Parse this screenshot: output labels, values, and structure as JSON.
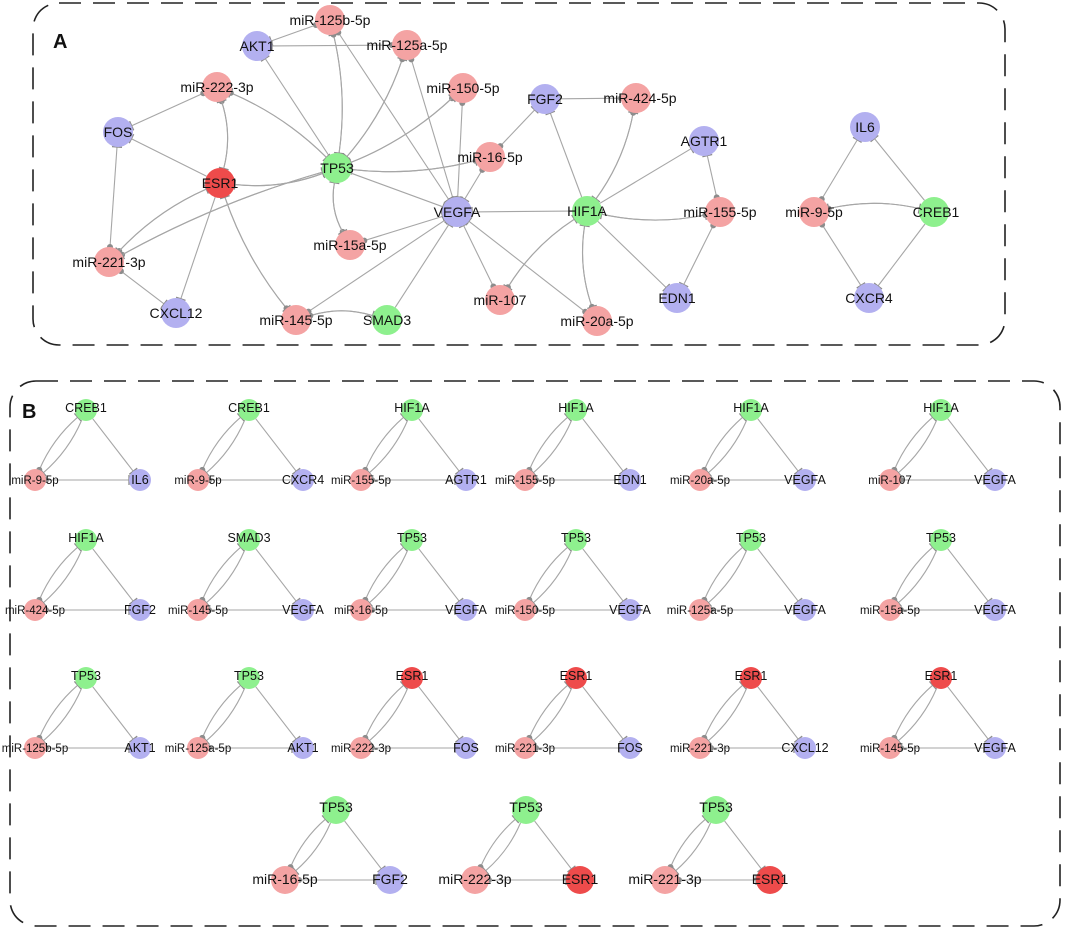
{
  "figure": {
    "panel_a_label": "A",
    "panel_b_label": "B"
  },
  "node_colors": {
    "mirna": "#f4a3a3",
    "gene": "#b3b0f0",
    "tf": "#8ef08e",
    "hub": "#ee4b4b"
  },
  "edge_color": "#a6a6a6",
  "panel_a": {
    "nodes": [
      {
        "id": "AKT1",
        "label": "AKT1",
        "kind": "gene"
      },
      {
        "id": "miR-125b-5p",
        "label": "miR-125b-5p",
        "kind": "mirna"
      },
      {
        "id": "miR-125a-5p",
        "label": "miR-125a-5p",
        "kind": "mirna"
      },
      {
        "id": "miR-222-3p",
        "label": "miR-222-3p",
        "kind": "mirna"
      },
      {
        "id": "miR-150-5p",
        "label": "miR-150-5p",
        "kind": "mirna"
      },
      {
        "id": "FGF2",
        "label": "FGF2",
        "kind": "gene"
      },
      {
        "id": "miR-424-5p",
        "label": "miR-424-5p",
        "kind": "mirna"
      },
      {
        "id": "IL6",
        "label": "IL6",
        "kind": "gene"
      },
      {
        "id": "FOS",
        "label": "FOS",
        "kind": "gene"
      },
      {
        "id": "AGTR1",
        "label": "AGTR1",
        "kind": "gene"
      },
      {
        "id": "TP53",
        "label": "TP53",
        "kind": "tf"
      },
      {
        "id": "miR-16-5p",
        "label": "miR-16-5p",
        "kind": "mirna"
      },
      {
        "id": "ESR1",
        "label": "ESR1",
        "kind": "hub"
      },
      {
        "id": "VEGFA",
        "label": "VEGFA",
        "kind": "gene"
      },
      {
        "id": "HIF1A",
        "label": "HIF1A",
        "kind": "tf"
      },
      {
        "id": "miR-155-5p",
        "label": "miR-155-5p",
        "kind": "mirna"
      },
      {
        "id": "miR-9-5p",
        "label": "miR-9-5p",
        "kind": "mirna"
      },
      {
        "id": "CREB1",
        "label": "CREB1",
        "kind": "tf"
      },
      {
        "id": "miR-221-3p",
        "label": "miR-221-3p",
        "kind": "mirna"
      },
      {
        "id": "miR-15a-5p",
        "label": "miR-15a-5p",
        "kind": "mirna"
      },
      {
        "id": "EDN1",
        "label": "EDN1",
        "kind": "gene"
      },
      {
        "id": "CXCR4",
        "label": "CXCR4",
        "kind": "gene"
      },
      {
        "id": "CXCL12",
        "label": "CXCL12",
        "kind": "gene"
      },
      {
        "id": "miR-107",
        "label": "miR-107",
        "kind": "mirna"
      },
      {
        "id": "miR-145-5p",
        "label": "miR-145-5p",
        "kind": "mirna"
      },
      {
        "id": "SMAD3",
        "label": "SMAD3",
        "kind": "tf"
      },
      {
        "id": "miR-20a-5p",
        "label": "miR-20a-5p",
        "kind": "mirna"
      }
    ],
    "edges": [
      [
        "miR-125b-5p",
        "AKT1"
      ],
      [
        "miR-125a-5p",
        "AKT1"
      ],
      [
        "TP53",
        "AKT1"
      ],
      [
        "TP53",
        "miR-125b-5p"
      ],
      [
        "TP53",
        "miR-125a-5p"
      ],
      [
        "miR-125b-5p",
        "TP53"
      ],
      [
        "miR-125a-5p",
        "TP53"
      ],
      [
        "miR-125a-5p",
        "VEGFA"
      ],
      [
        "miR-125b-5p",
        "VEGFA"
      ],
      [
        "miR-222-3p",
        "FOS"
      ],
      [
        "miR-222-3p",
        "ESR1"
      ],
      [
        "ESR1",
        "miR-222-3p"
      ],
      [
        "TP53",
        "miR-222-3p"
      ],
      [
        "miR-222-3p",
        "TP53"
      ],
      [
        "miR-150-5p",
        "TP53"
      ],
      [
        "TP53",
        "miR-150-5p"
      ],
      [
        "miR-150-5p",
        "VEGFA"
      ],
      [
        "miR-16-5p",
        "TP53"
      ],
      [
        "TP53",
        "miR-16-5p"
      ],
      [
        "miR-16-5p",
        "VEGFA"
      ],
      [
        "miR-16-5p",
        "FGF2"
      ],
      [
        "miR-424-5p",
        "FGF2"
      ],
      [
        "HIF1A",
        "miR-424-5p"
      ],
      [
        "miR-424-5p",
        "HIF1A"
      ],
      [
        "HIF1A",
        "FGF2"
      ],
      [
        "miR-221-3p",
        "FOS"
      ],
      [
        "ESR1",
        "FOS"
      ],
      [
        "miR-221-3p",
        "ESR1"
      ],
      [
        "ESR1",
        "miR-221-3p"
      ],
      [
        "miR-221-3p",
        "TP53"
      ],
      [
        "TP53",
        "miR-221-3p"
      ],
      [
        "miR-221-3p",
        "CXCL12"
      ],
      [
        "ESR1",
        "CXCL12"
      ],
      [
        "TP53",
        "ESR1"
      ],
      [
        "ESR1",
        "TP53"
      ],
      [
        "TP53",
        "VEGFA"
      ],
      [
        "miR-15a-5p",
        "TP53"
      ],
      [
        "TP53",
        "miR-15a-5p"
      ],
      [
        "miR-15a-5p",
        "VEGFA"
      ],
      [
        "ESR1",
        "miR-145-5p"
      ],
      [
        "miR-145-5p",
        "ESR1"
      ],
      [
        "miR-145-5p",
        "VEGFA"
      ],
      [
        "SMAD3",
        "miR-145-5p"
      ],
      [
        "miR-145-5p",
        "SMAD3"
      ],
      [
        "SMAD3",
        "VEGFA"
      ],
      [
        "HIF1A",
        "VEGFA"
      ],
      [
        "HIF1A",
        "AGTR1"
      ],
      [
        "miR-155-5p",
        "AGTR1"
      ],
      [
        "miR-155-5p",
        "EDN1"
      ],
      [
        "HIF1A",
        "EDN1"
      ],
      [
        "HIF1A",
        "miR-155-5p"
      ],
      [
        "miR-155-5p",
        "HIF1A"
      ],
      [
        "miR-107",
        "VEGFA"
      ],
      [
        "HIF1A",
        "miR-107"
      ],
      [
        "miR-107",
        "HIF1A"
      ],
      [
        "miR-20a-5p",
        "VEGFA"
      ],
      [
        "HIF1A",
        "miR-20a-5p"
      ],
      [
        "miR-20a-5p",
        "HIF1A"
      ],
      [
        "miR-9-5p",
        "IL6"
      ],
      [
        "CREB1",
        "IL6"
      ],
      [
        "miR-9-5p",
        "CXCR4"
      ],
      [
        "CREB1",
        "CXCR4"
      ],
      [
        "CREB1",
        "miR-9-5p"
      ],
      [
        "miR-9-5p",
        "CREB1"
      ]
    ]
  },
  "panel_b": {
    "motifs": [
      {
        "tf": "CREB1",
        "mirna": "miR-9-5p",
        "target": "IL6"
      },
      {
        "tf": "CREB1",
        "mirna": "miR-9-5p",
        "target": "CXCR4"
      },
      {
        "tf": "HIF1A",
        "mirna": "miR-155-5p",
        "target": "AGTR1"
      },
      {
        "tf": "HIF1A",
        "mirna": "miR-155-5p",
        "target": "EDN1"
      },
      {
        "tf": "HIF1A",
        "mirna": "miR-20a-5p",
        "target": "VEGFA"
      },
      {
        "tf": "HIF1A",
        "mirna": "miR-107",
        "target": "VEGFA"
      },
      {
        "tf": "HIF1A",
        "mirna": "miR-424-5p",
        "target": "FGF2"
      },
      {
        "tf": "SMAD3",
        "mirna": "miR-145-5p",
        "target": "VEGFA"
      },
      {
        "tf": "TP53",
        "mirna": "miR-16-5p",
        "target": "VEGFA"
      },
      {
        "tf": "TP53",
        "mirna": "miR-150-5p",
        "target": "VEGFA"
      },
      {
        "tf": "TP53",
        "mirna": "miR-125a-5p",
        "target": "VEGFA"
      },
      {
        "tf": "TP53",
        "mirna": "miR-15a-5p",
        "target": "VEGFA"
      },
      {
        "tf": "TP53",
        "mirna": "miR-125b-5p",
        "target": "AKT1"
      },
      {
        "tf": "TP53",
        "mirna": "miR-125a-5p",
        "target": "AKT1"
      },
      {
        "tf": "ESR1",
        "mirna": "miR-222-3p",
        "target": "FOS"
      },
      {
        "tf": "ESR1",
        "mirna": "miR-221-3p",
        "target": "FOS"
      },
      {
        "tf": "ESR1",
        "mirna": "miR-221-3p",
        "target": "CXCL12"
      },
      {
        "tf": "ESR1",
        "mirna": "miR-145-5p",
        "target": "VEGFA"
      },
      {
        "tf": "TP53",
        "mirna": "miR-16-5p",
        "target": "FGF2"
      },
      {
        "tf": "TP53",
        "mirna": "miR-222-3p",
        "target": "ESR1"
      },
      {
        "tf": "TP53",
        "mirna": "miR-221-3p",
        "target": "ESR1"
      }
    ]
  }
}
